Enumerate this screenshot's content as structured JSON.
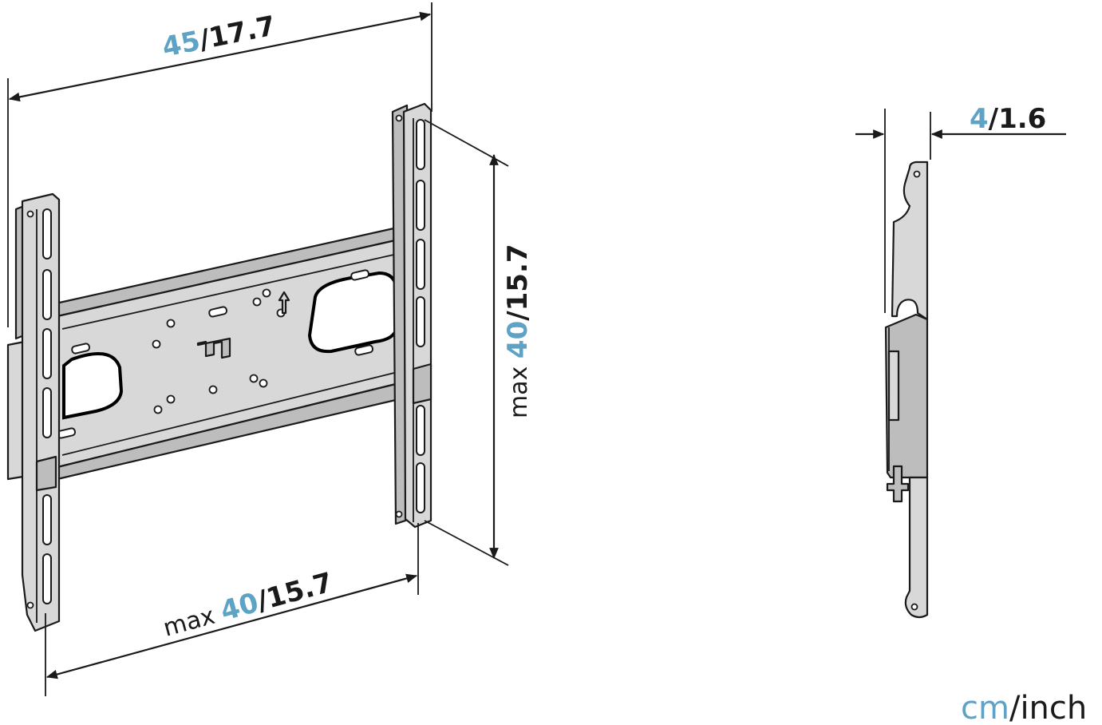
{
  "dimensions": {
    "top_width": {
      "metric": "45",
      "imperial": "/17.7"
    },
    "vertical_spacing": {
      "prefix": "max ",
      "metric": "40",
      "imperial": "/15.7"
    },
    "bottom_spacing": {
      "prefix": "max ",
      "metric": "40",
      "imperial": "/15.7"
    },
    "depth": {
      "metric": "4",
      "imperial": "/1.6"
    }
  },
  "units": {
    "metric": "cm",
    "imperial": "/inch"
  },
  "colors": {
    "metric_accent": "#5ea2c5",
    "line": "#1a1a1a",
    "part_fill": "#d8d8d8"
  }
}
